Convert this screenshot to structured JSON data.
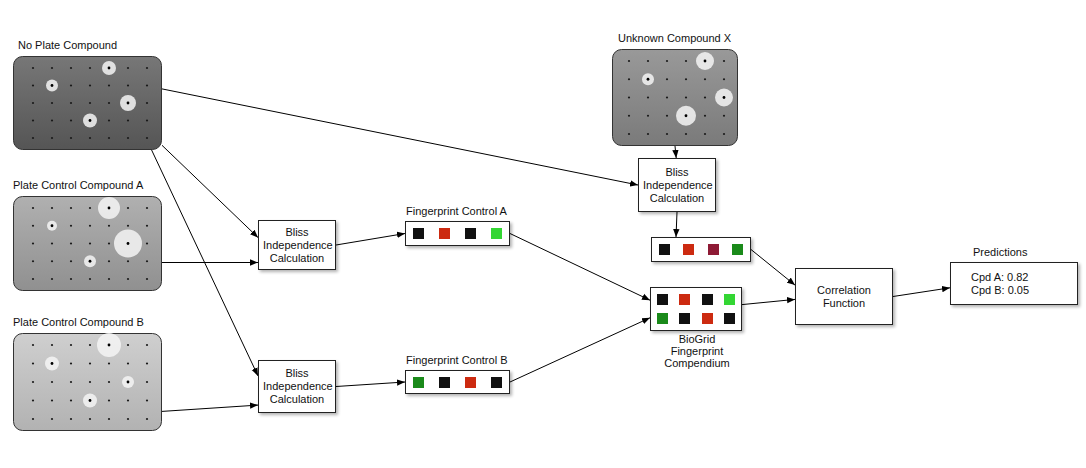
{
  "diagram": {
    "nodes": [
      {
        "text": [
          "No Plate Compound"
        ]
      },
      {
        "text": [
          "Unknown Compound X"
        ]
      },
      {
        "text": [
          "Plate Control Compound A"
        ]
      },
      {
        "text": [
          "Bliss Independence Calculation"
        ]
      },
      {
        "text": [
          "Fingerprint Control A"
        ]
      },
      {
        "text": [
          "Bliss Independence Calculation"
        ]
      },
      {
        "text": []
      },
      {
        "text": [
          "Plate Control Compound B"
        ]
      },
      {
        "text": [
          "Bliss Independence Calculation"
        ]
      },
      {
        "text": [
          "Fingerprint Control B"
        ]
      },
      {
        "text": [
          "BioGrid Fingerprint Compendium"
        ]
      },
      {
        "text": [
          "Correlation Function"
        ]
      },
      {
        "text": [
          "Predictions",
          "Cpd A: 0.82",
          "Cpd B: 0.05"
        ]
      }
    ],
    "edges": [
      {
        "from": 0,
        "to": 3,
        "arrow": "to"
      },
      {
        "from": 0,
        "to": 8,
        "arrow": "to"
      },
      {
        "from": 0,
        "to": 5,
        "arrow": "to"
      },
      {
        "from": 2,
        "to": 3,
        "arrow": "to"
      },
      {
        "from": 7,
        "to": 8,
        "arrow": "to"
      },
      {
        "from": 1,
        "to": 5,
        "arrow": "to"
      },
      {
        "from": 3,
        "to": 4,
        "arrow": "to"
      },
      {
        "from": 5,
        "to": 6,
        "arrow": "to"
      },
      {
        "from": 8,
        "to": 9,
        "arrow": "to"
      },
      {
        "from": 4,
        "to": 10,
        "arrow": "to"
      },
      {
        "from": 9,
        "to": 10,
        "arrow": "to"
      },
      {
        "from": 6,
        "to": 11,
        "arrow": "to"
      },
      {
        "from": 10,
        "to": 11,
        "arrow": "to"
      },
      {
        "from": 11,
        "to": 12,
        "arrow": "to"
      }
    ]
  }
}
